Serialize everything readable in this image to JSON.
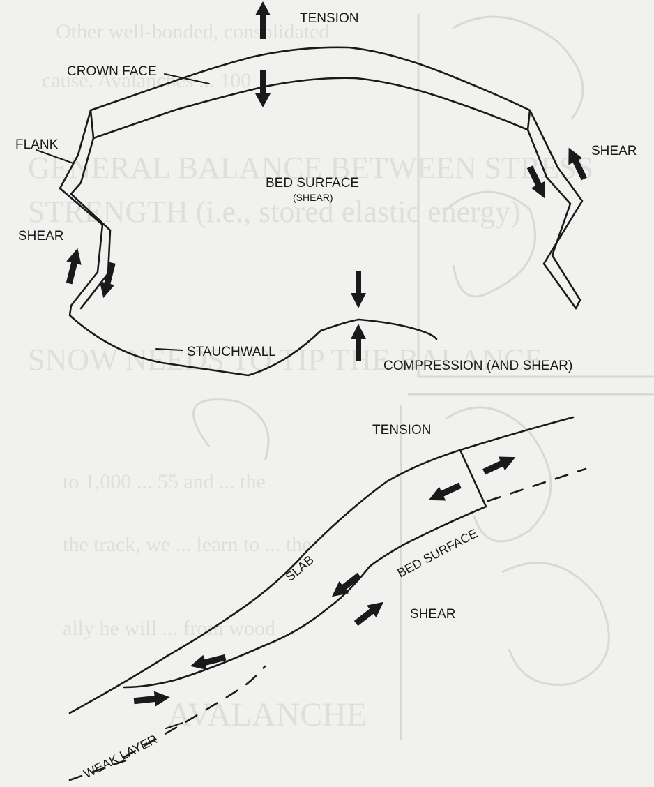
{
  "top_diagram": {
    "tension": "TENSION",
    "crown_face": "CROWN FACE",
    "flank": "FLANK",
    "shear_right": "SHEAR",
    "bed_surface": "BED SURFACE",
    "bed_surface_note": "(SHEAR)",
    "shear_left": "SHEAR",
    "stauchwall": "STAUCHWALL",
    "compression": "COMPRESSION (AND SHEAR)"
  },
  "bottom_diagram": {
    "tension": "TENSION",
    "slab": "SLAB",
    "bed_surface": "BED  SURFACE",
    "shear": "SHEAR",
    "weak_layer": "WEAK LAYER"
  },
  "colors": {
    "ink": "#1a1a1a",
    "paper": "#f1f1ef",
    "bleed_through": "#dcdcda"
  }
}
